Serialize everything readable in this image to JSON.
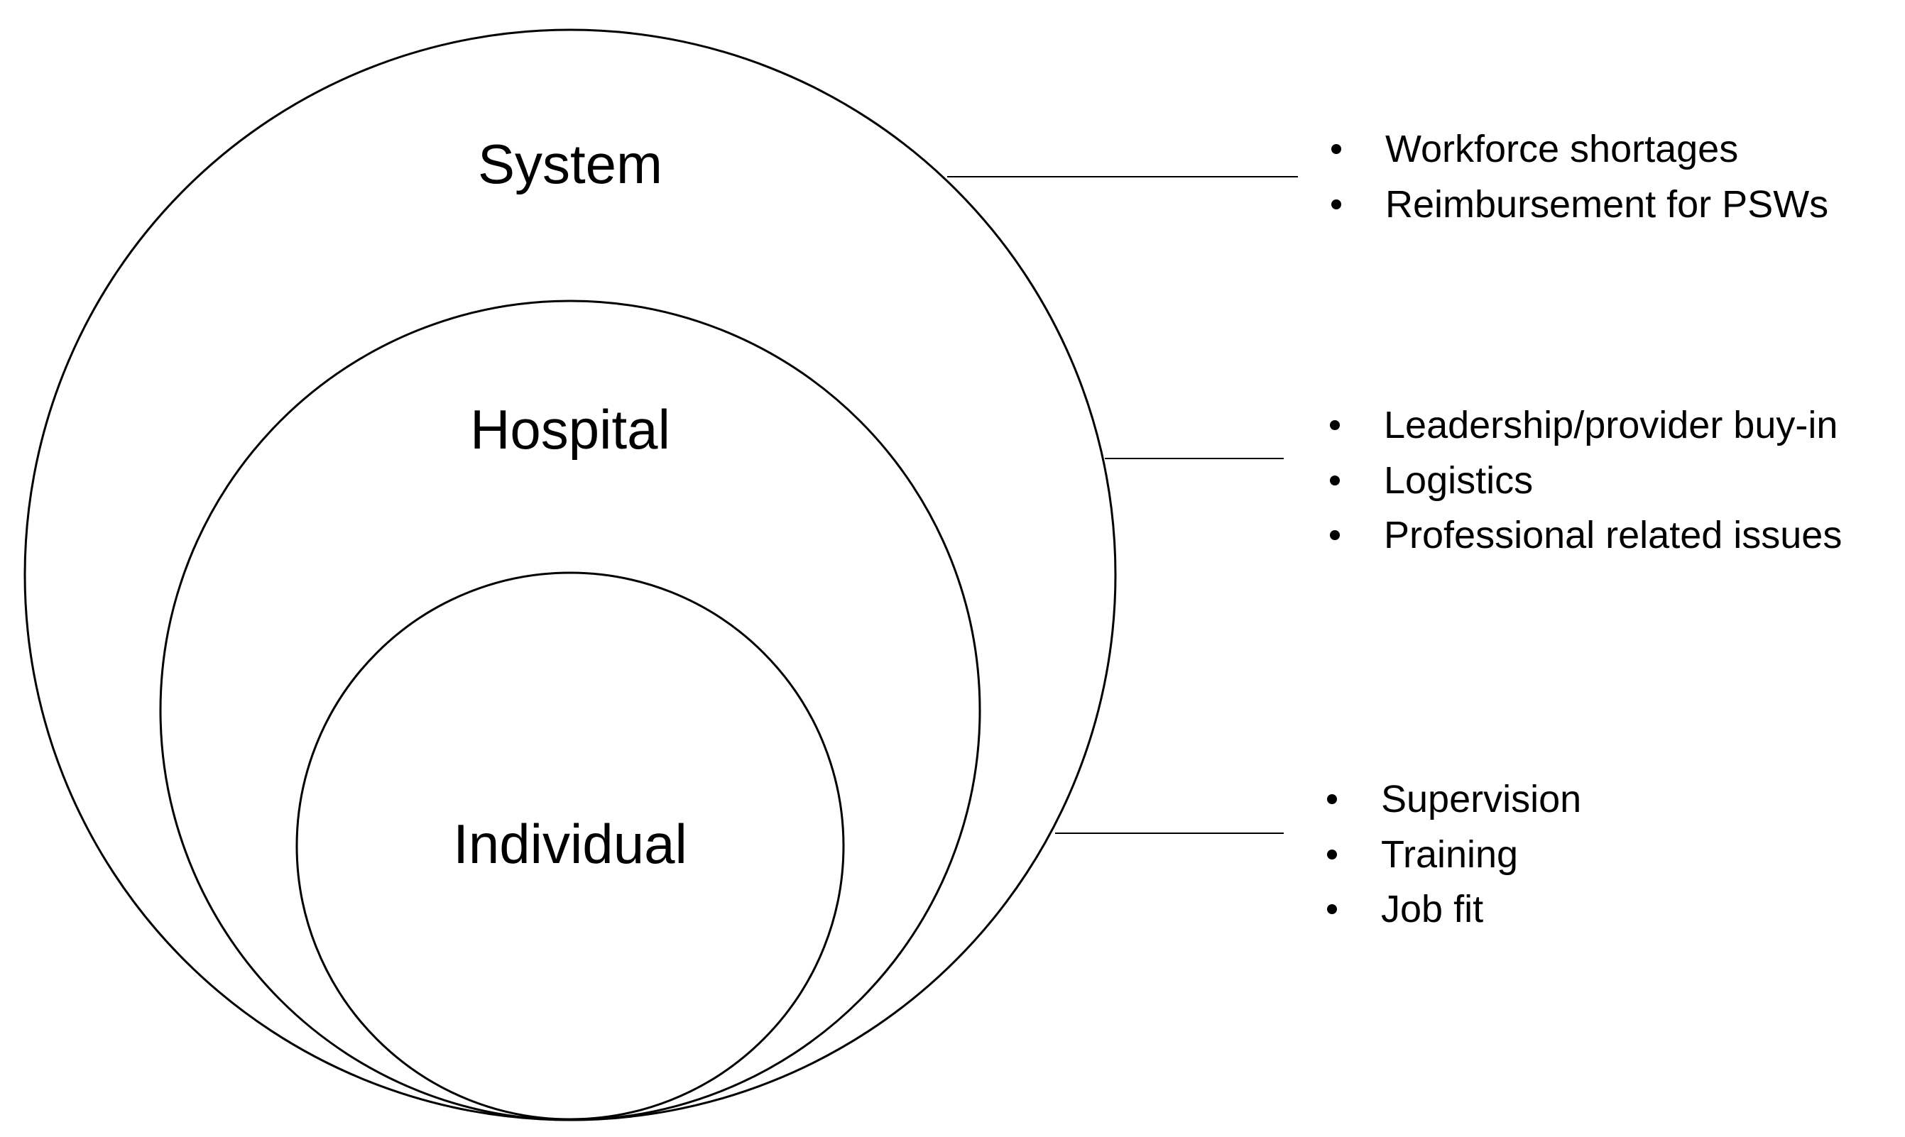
{
  "diagram": {
    "levels": [
      {
        "id": "system",
        "title": "System",
        "items": [
          "Workforce shortages",
          "Reimbursement for PSWs"
        ]
      },
      {
        "id": "hospital",
        "title": "Hospital",
        "items": [
          "Leadership/provider buy-in",
          "Logistics",
          "Professional related issues"
        ]
      },
      {
        "id": "individual",
        "title": "Individual",
        "items": [
          "Supervision",
          "Training",
          "Job fit"
        ]
      }
    ],
    "colors": {
      "stroke": "#000000",
      "fill": "#ffffff",
      "text": "#000000"
    }
  }
}
